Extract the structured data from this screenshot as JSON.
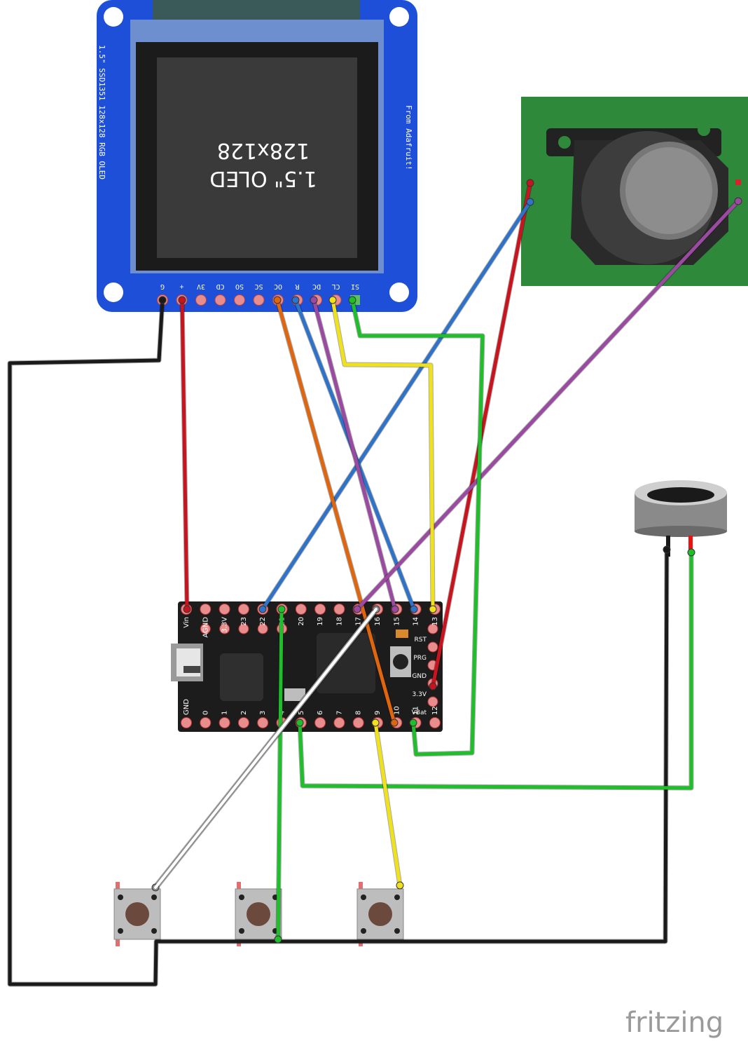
{
  "oled": {
    "title_line1": "1.5\" OLED",
    "title_line2": "128x128",
    "side_left": "1.5\" SSD1351 128x128 RGB OLED",
    "side_right": "From Adafruit!",
    "pins": [
      "G",
      "+",
      "3V",
      "CD",
      "SO",
      "SC",
      "OC",
      "R",
      "DC",
      "CL",
      "SI"
    ]
  },
  "teensy": {
    "top_pins": [
      "Vin",
      "AGND",
      "3.3V",
      "23",
      "22",
      "21",
      "20",
      "19",
      "18",
      "17",
      "16",
      "15",
      "14",
      "13"
    ],
    "bottom_pins": [
      "GND",
      "0",
      "1",
      "2",
      "3",
      "4",
      "5",
      "6",
      "7",
      "8",
      "9",
      "10",
      "11",
      "12"
    ],
    "right_labels": [
      "RST",
      "PRG",
      "GND",
      "3.3V",
      "VBat"
    ]
  },
  "logo": "fritzing",
  "colors": {
    "wire_black": "#1a1a1a",
    "wire_red": "#c8141e",
    "wire_blue": "#2f73c8",
    "wire_orange": "#e0650f",
    "wire_purple": "#9a4aa0",
    "wire_yellow": "#f0e21a",
    "wire_green": "#1fbf2b",
    "wire_white": "#ffffff",
    "oled_board": "#1e4fd8",
    "joystick_board": "#2e8a3a",
    "teensy_board": "#1c1c1c"
  }
}
